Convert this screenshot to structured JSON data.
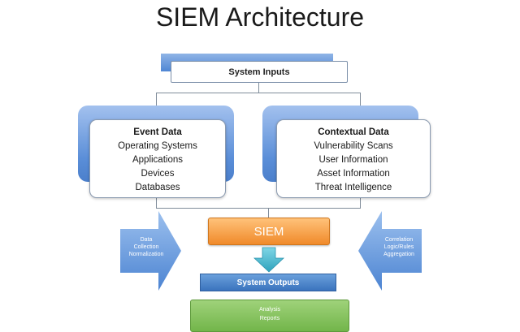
{
  "title": "SIEM Architecture",
  "system_inputs": "System Inputs",
  "event_data": {
    "heading": "Event Data",
    "items": [
      "Operating Systems",
      "Applications",
      "Devices",
      "Databases"
    ]
  },
  "contextual_data": {
    "heading": "Contextual Data",
    "items": [
      "Vulnerability Scans",
      "User Information",
      "Asset Information",
      "Threat Intelligence"
    ]
  },
  "left_arrow": {
    "lines": [
      "Data",
      "Collection",
      "Normalization"
    ]
  },
  "right_arrow": {
    "lines": [
      "Correlation",
      "Logic/Rules",
      "Aggregation"
    ]
  },
  "siem": "SIEM",
  "system_outputs": "System Outputs",
  "outputs_box": {
    "lines": [
      "Analysis",
      "Reports"
    ]
  },
  "colors": {
    "blue_card": "#5a8ed8",
    "orange": "#f08a2a",
    "teal_arrow": "#3fb3c8",
    "outputs_blue": "#3a73bd",
    "green": "#72b54a"
  }
}
